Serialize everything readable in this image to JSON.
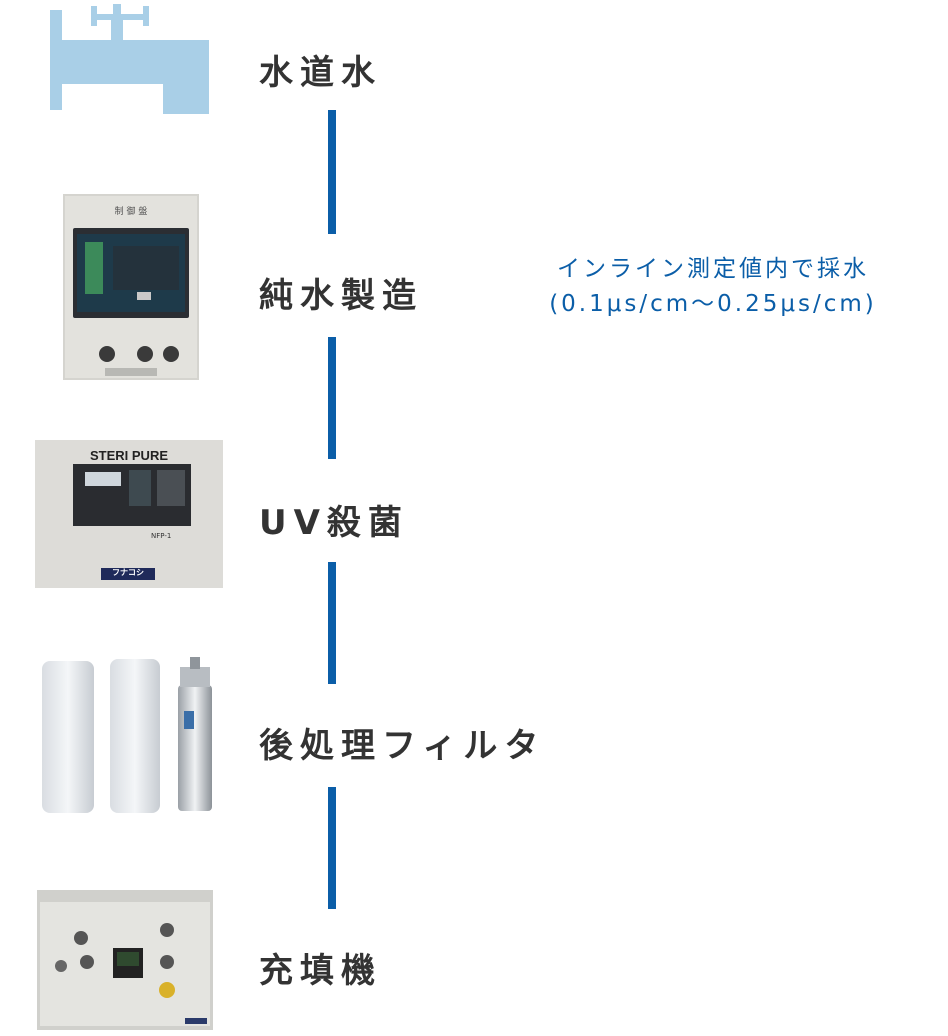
{
  "steps": [
    {
      "label": "水道水",
      "image": "faucet-icon"
    },
    {
      "label": "純水製造",
      "image": "control-panel-photo"
    },
    {
      "label": "UV殺菌",
      "image": "uv-sterilizer-photo"
    },
    {
      "label": "後処理フィルタ",
      "image": "filter-cartridges-photo"
    },
    {
      "label": "充填機",
      "image": "filling-machine-photo"
    }
  ],
  "note": {
    "line1": "インライン測定値内で採水",
    "line2": "(0.1μs/cm〜0.25μs/cm)"
  },
  "panel_texts": {
    "panel_title": "制 御 盤",
    "uv_brand": "STERI PURE",
    "uv_model": "NFP-1",
    "uv_logo": "フナコシ"
  },
  "colors": {
    "connector": "#0b5ea8",
    "note_text": "#0b5ea8",
    "label_text": "#333333",
    "faucet": "#a9cfe7"
  }
}
